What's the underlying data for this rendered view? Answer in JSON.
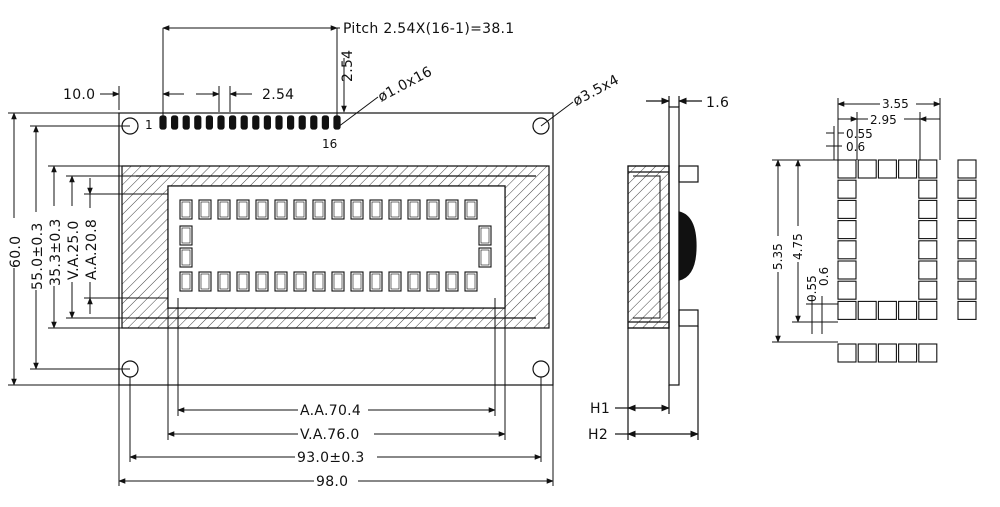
{
  "labels": {
    "pitch": "Pitch  2.54X(16-1)=38.1",
    "pitch_v": "2.54",
    "left_offset": "10.0",
    "pin_pitch": "2.54",
    "hole_pin": "ø1.0x16",
    "hole_mount": "ø3.5x4",
    "pin_first": "1",
    "pin_last": "16",
    "h_60": "60.0",
    "h_55": "55.0±0.3",
    "h_353": "35.3±0.3",
    "h_va": "V.A.25.0",
    "h_aa": "A.A.20.8",
    "w_aa": "A.A.70.4",
    "w_va": "V.A.76.0",
    "w_93": "93.0±0.3",
    "w_98": "98.0",
    "side_thick": "1.6",
    "h1": "H1",
    "h2": "H2",
    "c_355": "3.55",
    "c_295": "2.95",
    "c_055": "0.55",
    "c_06": "0.6",
    "c_535": "5.35",
    "c_475": "4.75",
    "c_055v": "0.55",
    "c_06v": "0.6"
  },
  "colors": {
    "line": "#111111",
    "hatch": "#555555"
  }
}
